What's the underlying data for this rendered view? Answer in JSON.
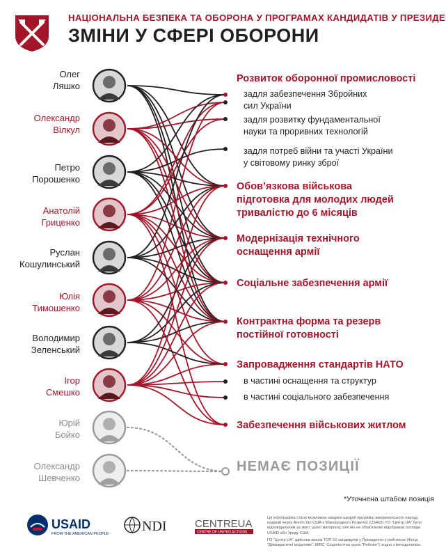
{
  "header": {
    "supertitle": "НАЦІОНАЛЬНА БЕЗПЕКА ТА ОБОРОНА У ПРОГРАМАХ КАНДИДАТІВ У ПРЕЗИДЕНТИ",
    "title": "ЗМІНИ У СФЕРІ ОБОРОНИ"
  },
  "colors": {
    "accent": "#a3162a",
    "dark": "#231f20",
    "grey": "#9a9a9a"
  },
  "candidates": [
    {
      "first": "Олег",
      "last": "Ляшко",
      "color": "dark"
    },
    {
      "first": "Олександр",
      "last": "Вілкул",
      "color": "red"
    },
    {
      "first": "Петро",
      "last": "Порошенко",
      "color": "dark"
    },
    {
      "first": "Анатолій",
      "last": "Гриценко",
      "color": "red"
    },
    {
      "first": "Руслан",
      "last": "Кошулинський",
      "color": "dark"
    },
    {
      "first": "Юлія",
      "last": "Тимошенко",
      "color": "red"
    },
    {
      "first": "Володимир",
      "last": "Зеленський",
      "color": "dark"
    },
    {
      "first": "Ігор",
      "last": "Смешко",
      "color": "red"
    },
    {
      "first": "Юрій",
      "last": "Бойко",
      "color": "grey"
    },
    {
      "first": "Олександр",
      "last": "Шевченко",
      "color": "grey"
    }
  ],
  "categories": {
    "industry": {
      "title": "Розвиток оборонної промисловості"
    },
    "industry_sub1": {
      "line1": "задля забезпечення Збройних",
      "line2": "сил України"
    },
    "industry_sub2": {
      "line1": "задля розвитку фундаментальної",
      "line2": "науки та проривних технологій"
    },
    "industry_sub3": {
      "line1": "задля потреб війни та участі України",
      "line2": "у світовому ринку зброї"
    },
    "service": {
      "line1": "Обов’язкова військова",
      "line2": "підготовка для молодих людей",
      "line3": "тривалістю до 6 місяців"
    },
    "modernization": {
      "line1": "Модернізація технічного",
      "line2": "оснащення армії"
    },
    "social": {
      "title": "Соціальне забезпечення армії"
    },
    "contract": {
      "line1": "Контрактна форма та резерв",
      "line2": "постійної готовності"
    },
    "nato": {
      "title": "Запровадження стандартів НАТО"
    },
    "nato_sub1": {
      "title": "в частині оснащення та структур"
    },
    "nato_sub2": {
      "title": "в частині соціального забезпечення"
    },
    "housing": {
      "title": "Забезпечення військових житлом"
    },
    "none": {
      "title": "НЕМАЄ ПОЗИЦІЇ"
    }
  },
  "footnote": "*Уточнена штабом позиція",
  "footer": {
    "usaid": {
      "name": "USAID",
      "tagline": "FROM THE AMERICAN PEOPLE"
    },
    "ndi": {
      "name": "NDI"
    },
    "centreua": {
      "name": "CENTREUA",
      "tagline": "CENTRE OF UNITED ACTIONS"
    },
    "disclaimer1": "Ця інфографіка стала можливою завдяки щедрій підтримці американського народу, наданій через Агентство США з Міжнародного Розвитку (USAID). ГО \"Центр UA\" було відповідальним за зміст цього матеріалу, але він не обов'язково відображає погляди USAID або Уряду США.",
    "disclaimer2": "ГО \"Центр UA\" здійснив аналіз ТОП-10 кандидатів у Президенти у рейтингах (Фонд \"Демократичні ініціативи\", КМІС, Соціологічна група \"Рейтинг\") згідно з методологією."
  }
}
